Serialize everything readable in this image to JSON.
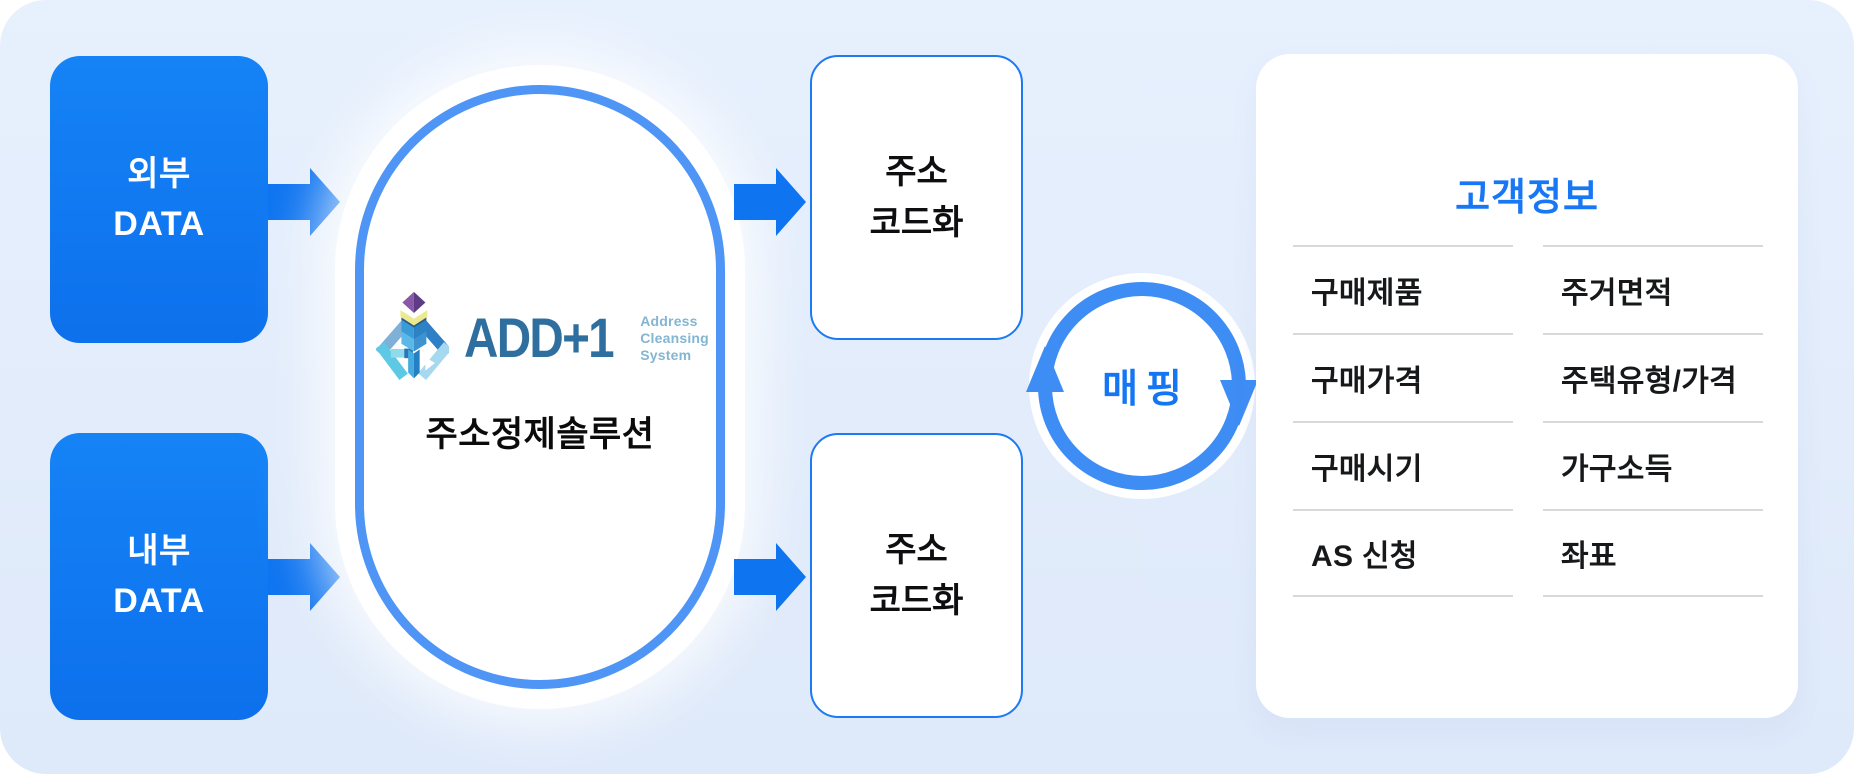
{
  "colors": {
    "background": "#e3ecfb",
    "primary_blue": "#0e74f0",
    "oval_border_blue": "#4e95f6",
    "outline_blue": "#1c7af3",
    "ring_blue": "#3e8df5",
    "accent_text_blue": "#1677f4",
    "logo_steel_blue": "#2f6f9f",
    "logo_light_blue": "#84b5d1",
    "divider_gray": "#d7d8da",
    "text_black": "#0e0e10"
  },
  "sources": [
    {
      "line1": "외부",
      "line2": "DATA"
    },
    {
      "line1": "내부",
      "line2": "DATA"
    }
  ],
  "solution": {
    "logo": {
      "wordmark": "ADD+1",
      "tagline": [
        "Address",
        "Cleansing",
        "System"
      ]
    },
    "label": "주소정제솔루션"
  },
  "outputs": [
    {
      "line1": "주소",
      "line2": "코드화"
    },
    {
      "line1": "주소",
      "line2": "코드화"
    }
  ],
  "mapping": {
    "label": "매핑"
  },
  "customer_info": {
    "title": "고객정보",
    "columns": [
      [
        "구매제품",
        "구매가격",
        "구매시기",
        "AS 신청"
      ],
      [
        "주거면적",
        "주택유형/가격",
        "가구소득",
        "좌표"
      ]
    ]
  }
}
